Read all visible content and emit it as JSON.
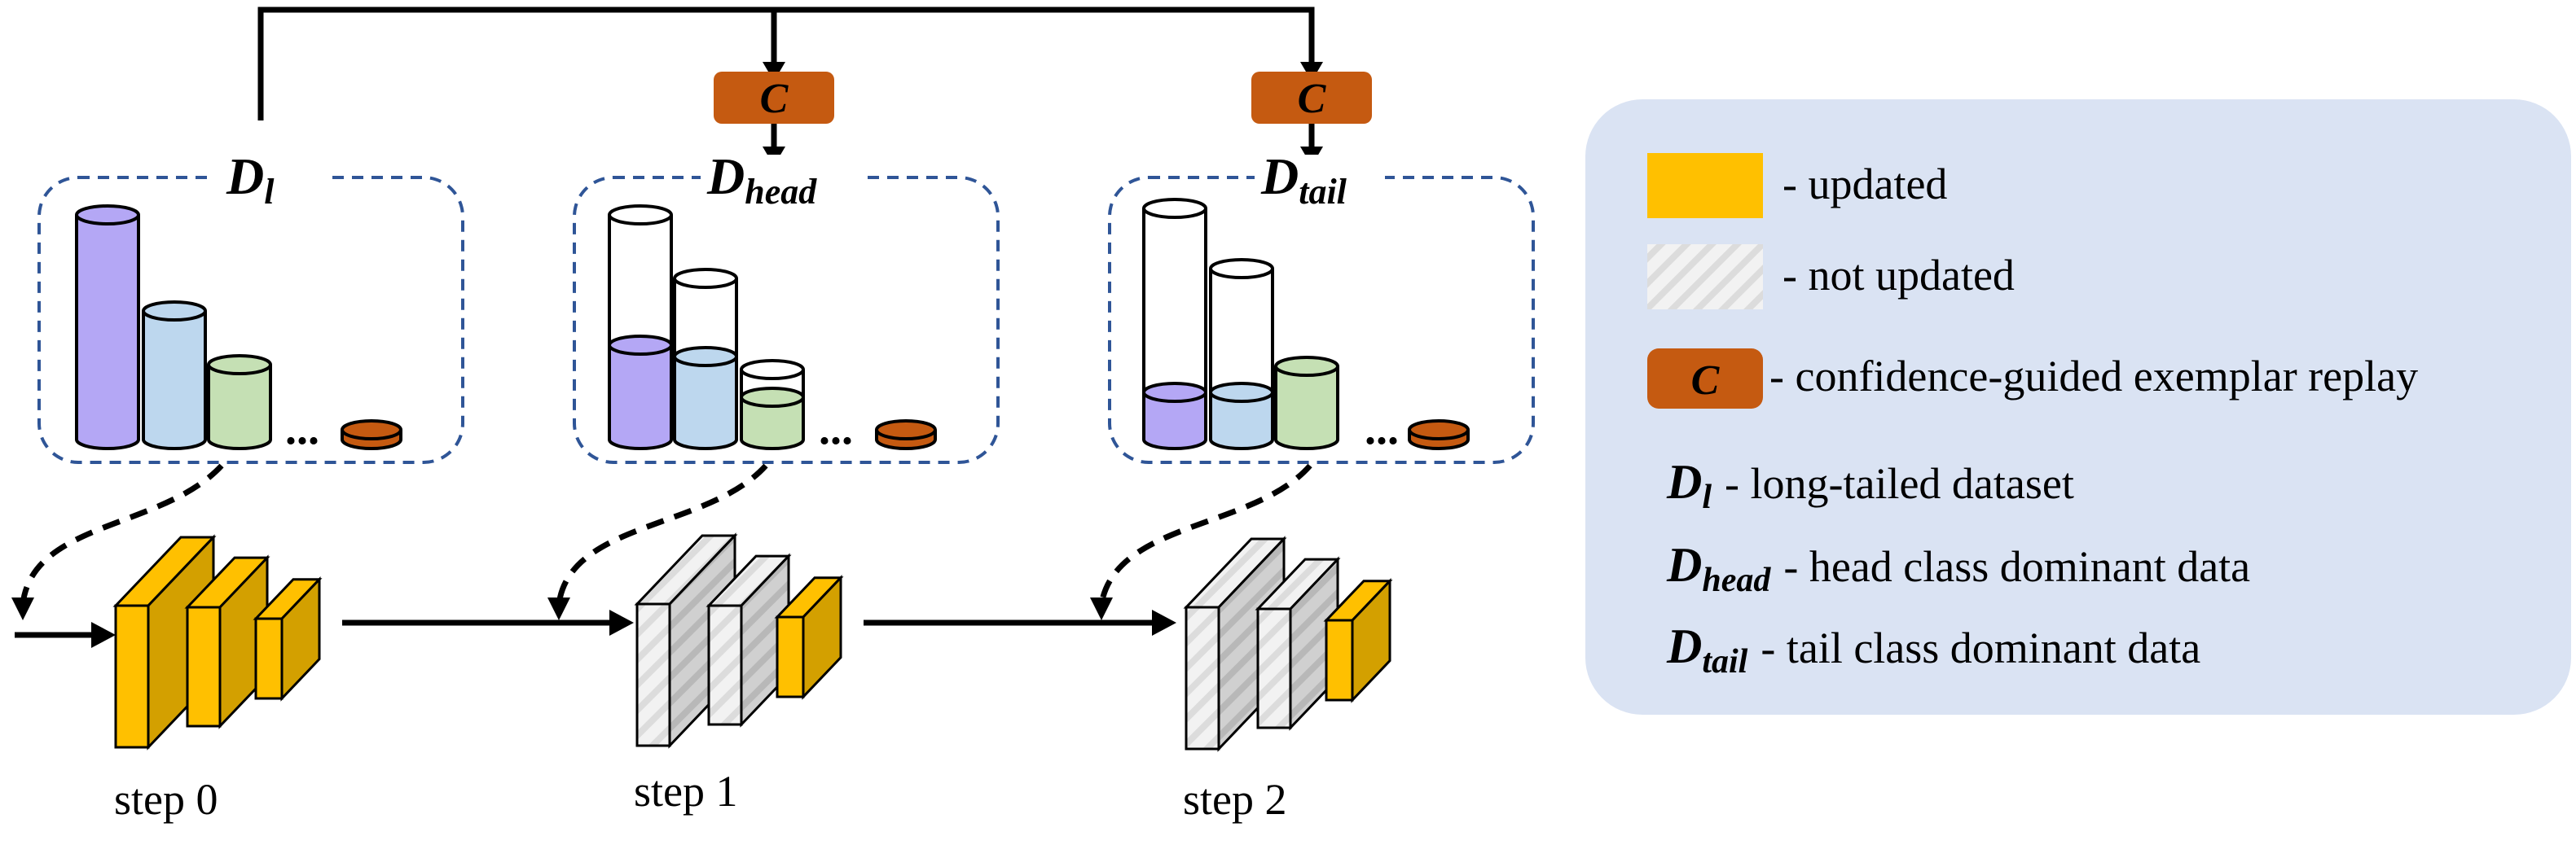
{
  "colors": {
    "updated": "#FFC000",
    "updated_dark": "#D3A000",
    "not_updated": "#F2F2F2",
    "replay": "#C55A11",
    "legend_bg": "#DAE3F3",
    "dash_box": "#2F5597",
    "purple": "#B4A7F5",
    "blue": "#BDD7EE",
    "green": "#C5E0B4"
  },
  "replay_label": "C",
  "datasets": [
    {
      "base": "D",
      "sub": "l"
    },
    {
      "base": "D",
      "sub": "head"
    },
    {
      "base": "D",
      "sub": "tail"
    }
  ],
  "steps": [
    "step 0",
    "step 1",
    "step 2"
  ],
  "ellipsis": "...",
  "legend": {
    "updated": "- updated",
    "not_updated": "- not updated",
    "replay_desc": "- confidence-guided exemplar replay",
    "dl": {
      "base": "D",
      "sub": "l",
      "desc": "- long-tailed dataset"
    },
    "dhead": {
      "base": "D",
      "sub": "head",
      "desc": "- head class dominant data"
    },
    "dtail": {
      "base": "D",
      "sub": "tail",
      "desc": "- tail class dominant data"
    }
  }
}
